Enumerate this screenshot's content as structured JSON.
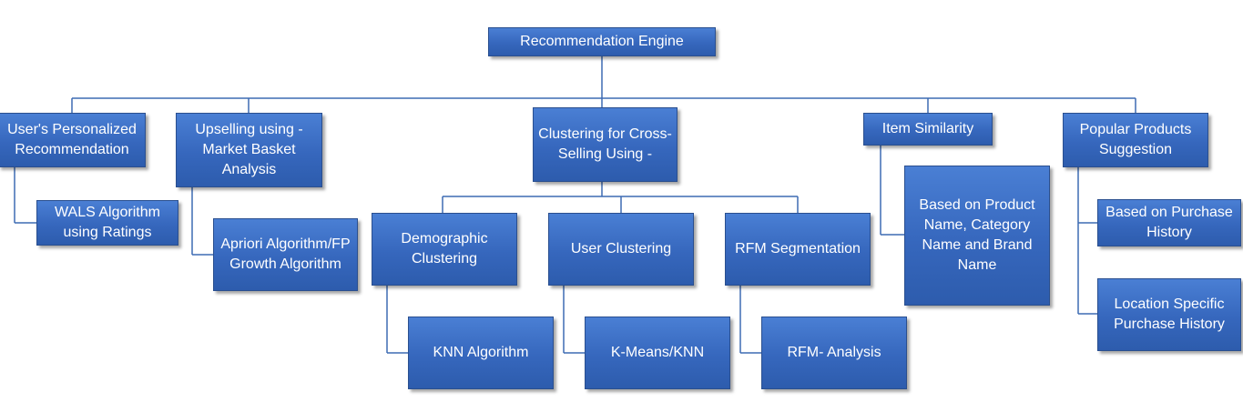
{
  "root": {
    "label": "Recommendation Engine"
  },
  "branches": {
    "personalized": {
      "label": "User's Personalized Recommendation",
      "child": "WALS Algorithm using Ratings"
    },
    "upselling": {
      "label": "Upselling using - Market Basket Analysis",
      "child": "Apriori Algorithm/FP Growth Algorithm"
    },
    "clustering": {
      "label": "Clustering for Cross-Selling Using -",
      "demographic": {
        "label": "Demographic Clustering",
        "child": "KNN Algorithm"
      },
      "user": {
        "label": "User Clustering",
        "child": "K-Means/KNN"
      },
      "rfm": {
        "label": "RFM Segmentation",
        "child": "RFM- Analysis"
      }
    },
    "item_similarity": {
      "label": "Item Similarity",
      "child": "Based on Product Name, Category Name and Brand Name"
    },
    "popular": {
      "label": "Popular Products Suggestion",
      "children": [
        "Based on Purchase History",
        "Location Specific Purchase History"
      ]
    }
  },
  "colors": {
    "node_fill": "#3667bd",
    "node_border": "#2a4f8f",
    "connector": "#3d6bb3",
    "text": "#ffffff"
  }
}
